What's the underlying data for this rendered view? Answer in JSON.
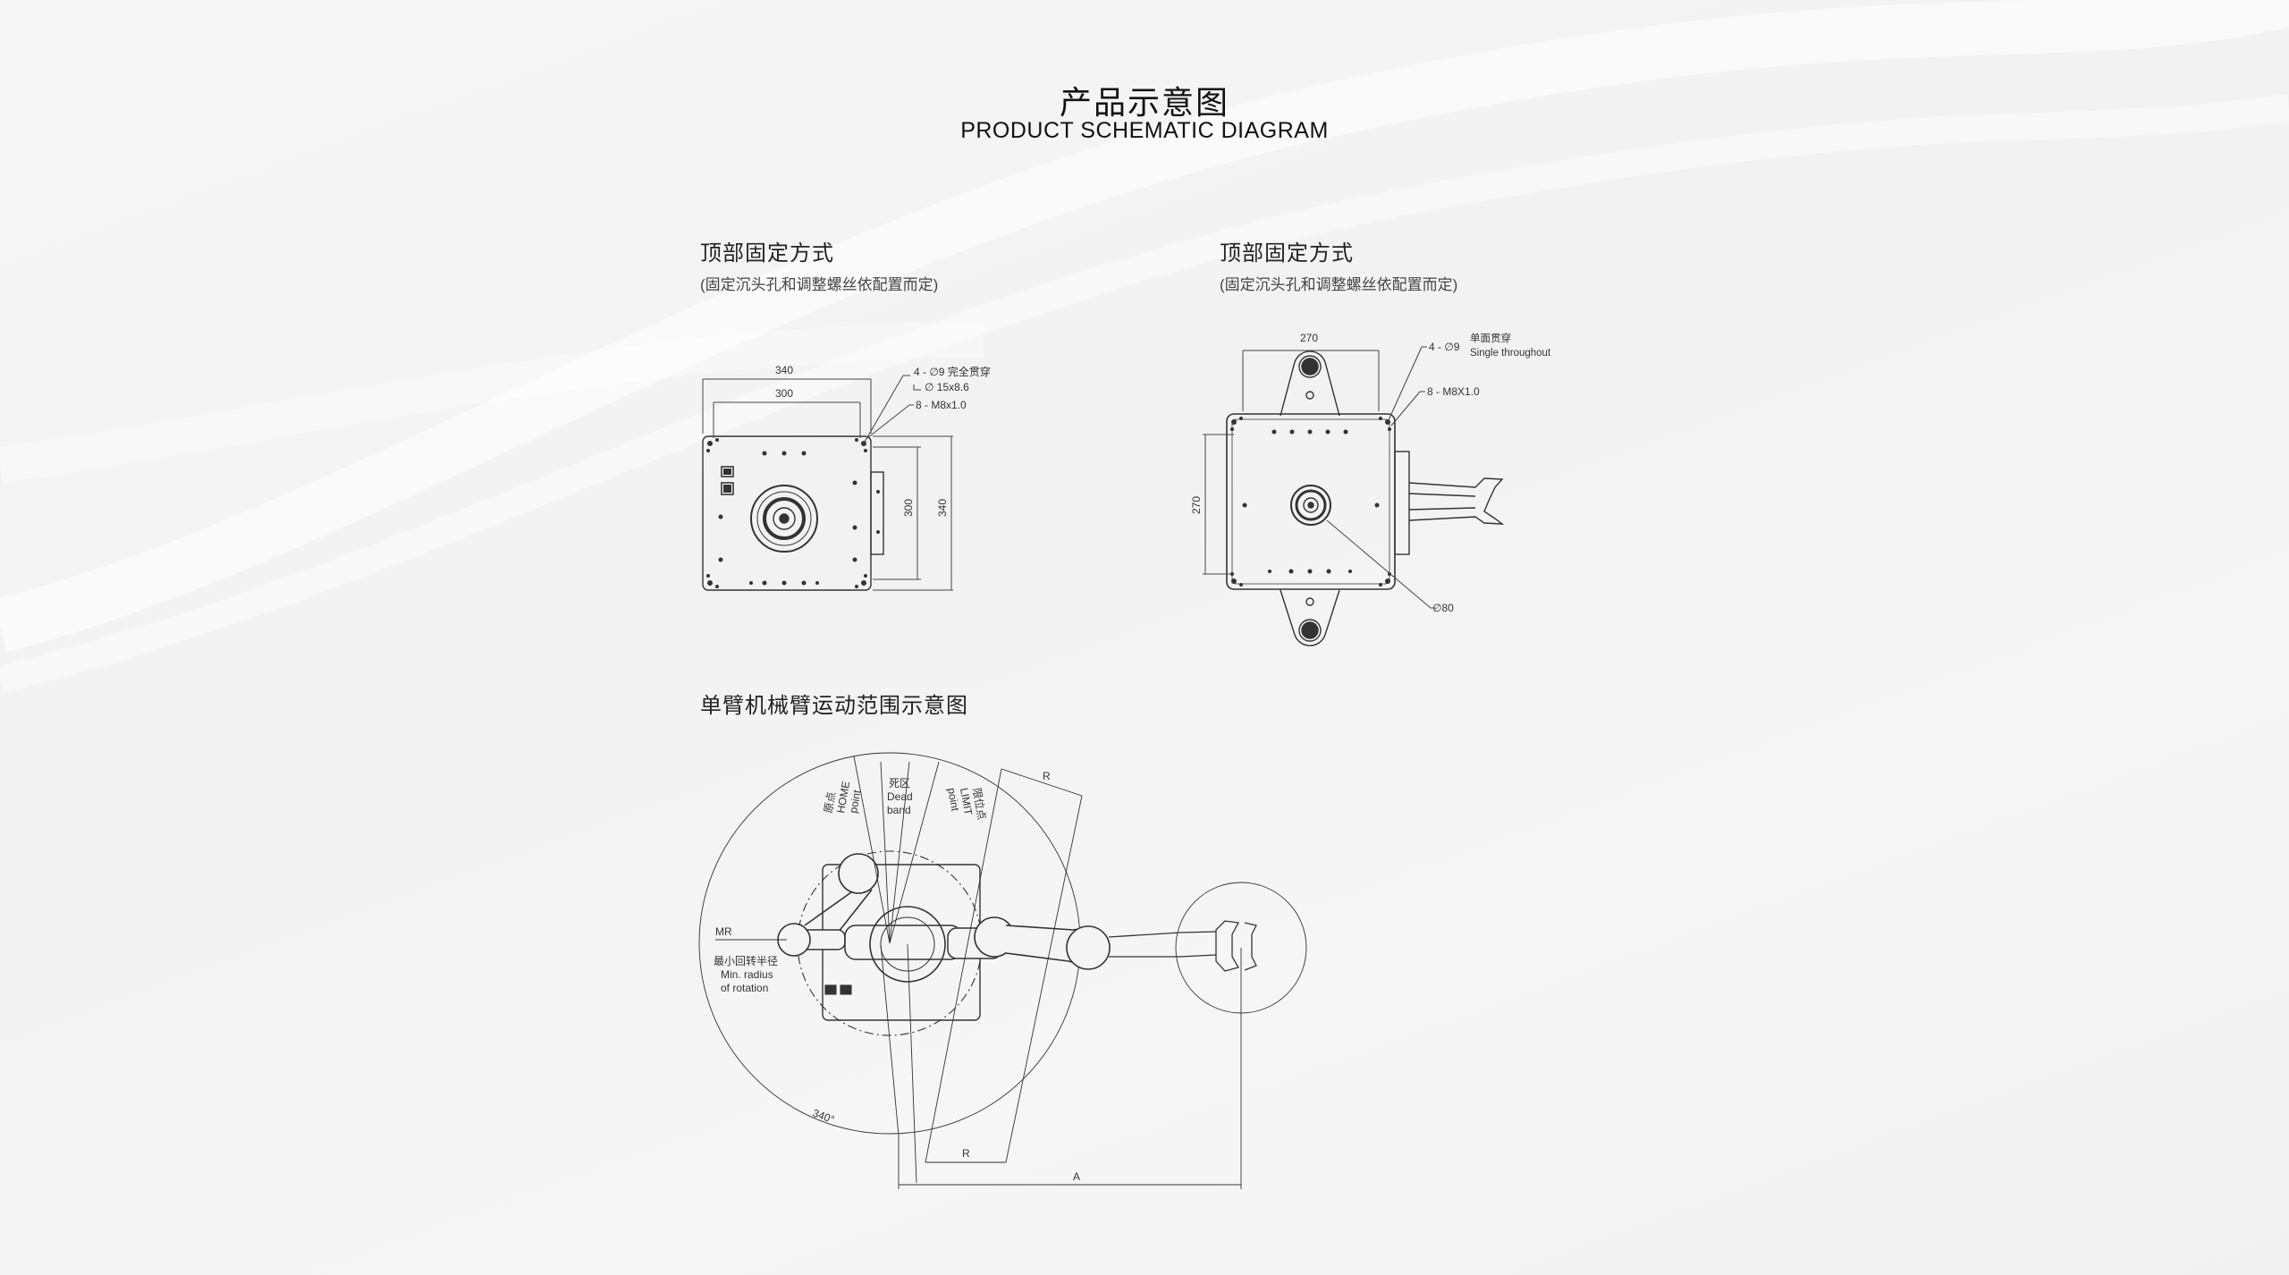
{
  "header": {
    "title_cn": "产品示意图",
    "title_en": "PRODUCT SCHEMATIC DIAGRAM"
  },
  "left_mount": {
    "title": "顶部固定方式",
    "subtitle": "(固定沉头孔和调整螺丝依配置而定)",
    "dims": {
      "outer_width": "340",
      "inner_width": "300",
      "inner_height": "300",
      "outer_height": "340"
    },
    "callouts": {
      "holes": "4 - ∅9 完全贯穿",
      "counterbore": "∅ 15x8.6",
      "threads": "8 - M8x1.0"
    }
  },
  "right_mount": {
    "title": "顶部固定方式",
    "subtitle": "(固定沉头孔和调整螺丝依配置而定)",
    "dims": {
      "width": "270",
      "height": "270",
      "center_dia": "∅80"
    },
    "callouts": {
      "holes": "4 - ∅9",
      "holes_note_cn": "单面贯穿",
      "holes_note_en": "Single throughout",
      "threads": "8 - M8X1.0"
    }
  },
  "motion_range": {
    "title": "单臂机械臂运动范围示意图",
    "labels": {
      "home_cn": "原点",
      "home_en_1": "HOME",
      "home_en_2": "point",
      "dead_cn": "死区",
      "dead_en_1": "Dead",
      "dead_en_2": "band",
      "limit_cn": "限位点",
      "limit_en_1": "LIMIT",
      "limit_en_2": "point",
      "r_top": "R",
      "mr": "MR",
      "min_radius_cn": "最小回转半径",
      "min_radius_en_1": "Min. radius",
      "min_radius_en_2": "of rotation",
      "angle": "340°",
      "r_bottom": "R",
      "a_dim": "A"
    }
  }
}
